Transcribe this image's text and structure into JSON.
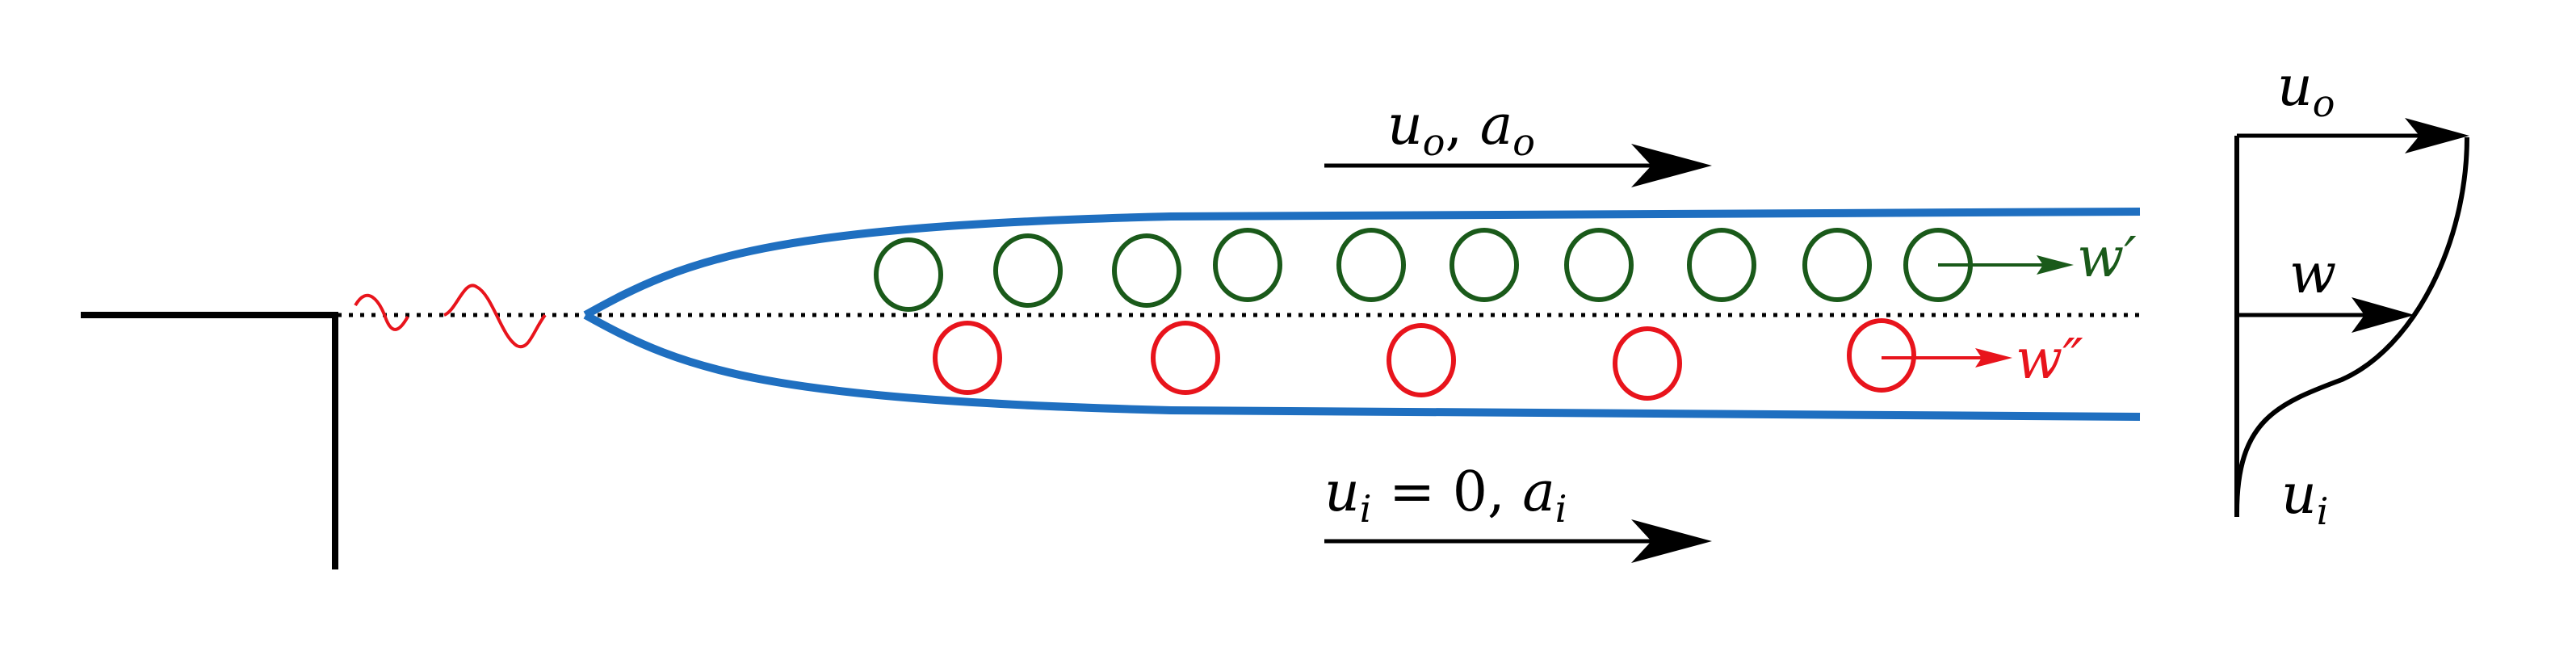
{
  "labels": {
    "outer_velocity_main": "u",
    "outer_velocity_sub": "o",
    "outer_sound_main": "a",
    "outer_sound_sub": "o",
    "inner_velocity_main": "u",
    "inner_velocity_sub": "i",
    "inner_equals": " = 0, ",
    "inner_sound_main": "a",
    "inner_sound_sub": "i",
    "w_prime": "w′",
    "w_double_prime": "w″",
    "profile_top_main": "u",
    "profile_top_sub": "o",
    "profile_mid": "w",
    "profile_bottom_main": "u",
    "profile_bottom_sub": "i"
  },
  "colors": {
    "shear_layer": "#1f6fc0",
    "upper_vortex": "#1a5a1a",
    "lower_vortex": "#e8141c",
    "disturbance": "#e8141c",
    "ink": "#000000"
  },
  "vortices": {
    "upper_count": 10,
    "lower_count": 5
  }
}
